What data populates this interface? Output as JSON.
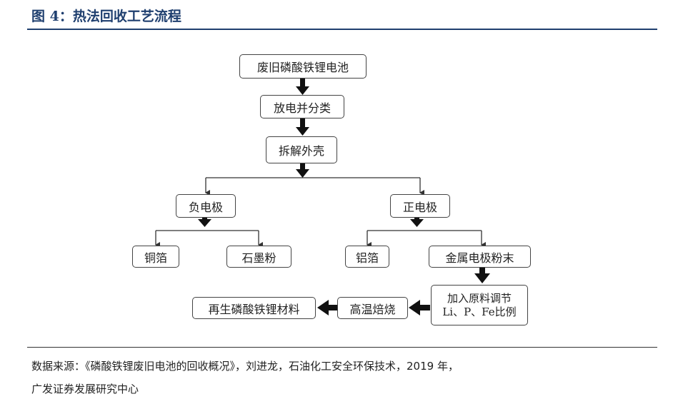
{
  "figure": {
    "title": "图 4：热法回收工艺流程"
  },
  "nodes": {
    "n1": "废旧磷酸铁锂电池",
    "n2": "放电并分类",
    "n3": "拆解外壳",
    "neg": "负电极",
    "pos": "正电极",
    "cu": "铜箔",
    "graphite": "石墨粉",
    "al": "铝箔",
    "metal": "金属电极粉末",
    "adjust_line1": "加入原料调节",
    "adjust_line2": "Li、P、Fe比例",
    "sinter": "高温焙烧",
    "regen": "再生磷酸铁锂材料"
  },
  "source": {
    "line1": "数据来源：《磷酸铁锂废旧电池的回收概况》，刘进龙，石油化工安全环保技术，2019 年，",
    "line2": "广发证券发展研究中心"
  }
}
